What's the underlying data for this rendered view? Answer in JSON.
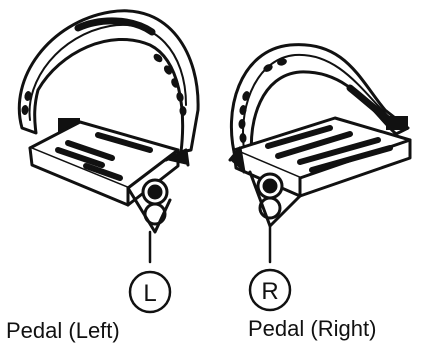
{
  "pedals": [
    {
      "marker": "L",
      "caption": "Pedal (Left)"
    },
    {
      "marker": "R",
      "caption": "Pedal (Right)"
    }
  ],
  "colors": {
    "ink": "#111111",
    "background": "#ffffff"
  }
}
